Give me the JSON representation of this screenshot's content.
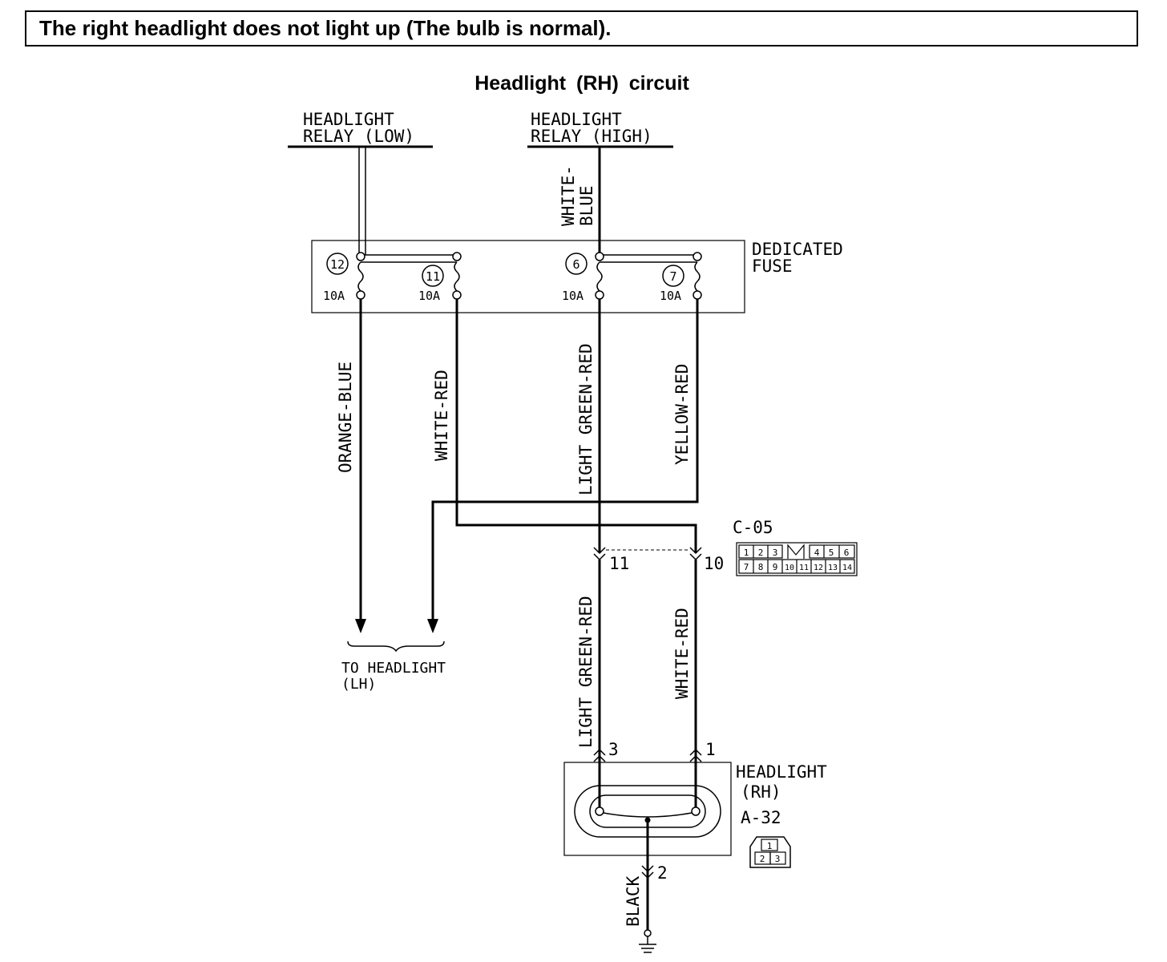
{
  "title": "The right headlight does not light up (The bulb is normal).",
  "diagram_title": "Headlight (RH) circuit",
  "relay_low": [
    "HEADLIGHT",
    "RELAY (LOW)"
  ],
  "relay_high": [
    "HEADLIGHT",
    "RELAY (HIGH)"
  ],
  "wire_white_blue": [
    "WHITE-",
    "BLUE"
  ],
  "fuse_box_label": [
    "DEDICATED",
    "FUSE"
  ],
  "fuses": [
    {
      "number": "12",
      "rating": "10A"
    },
    {
      "number": "11",
      "rating": "10A"
    },
    {
      "number": "6",
      "rating": "10A"
    },
    {
      "number": "7",
      "rating": "10A"
    }
  ],
  "wires": {
    "orange_blue": "ORANGE-BLUE",
    "white_red_upper": "WHITE-RED",
    "light_green_red_upper": "LIGHT GREEN-RED",
    "yellow_red": "YELLOW-RED",
    "light_green_red_lower": "LIGHT GREEN-RED",
    "white_red_lower": "WHITE-RED",
    "black": "BLACK"
  },
  "connector_c05": {
    "name": "C-05",
    "pin_left": "11",
    "pin_right": "10",
    "row1": [
      "1",
      "2",
      "3",
      "",
      "4",
      "5",
      "6"
    ],
    "row2": [
      "7",
      "8",
      "9",
      "10",
      "11",
      "12",
      "13",
      "14"
    ]
  },
  "to_headlight_lh": [
    "TO HEADLIGHT",
    "(LH)"
  ],
  "headlight_rh": {
    "label": [
      "HEADLIGHT",
      "(RH)"
    ],
    "connector": "A-32",
    "pin_low": "3",
    "pin_high": "1",
    "pin_ground": "2",
    "connector_pins": [
      "1",
      "2",
      "3"
    ]
  }
}
